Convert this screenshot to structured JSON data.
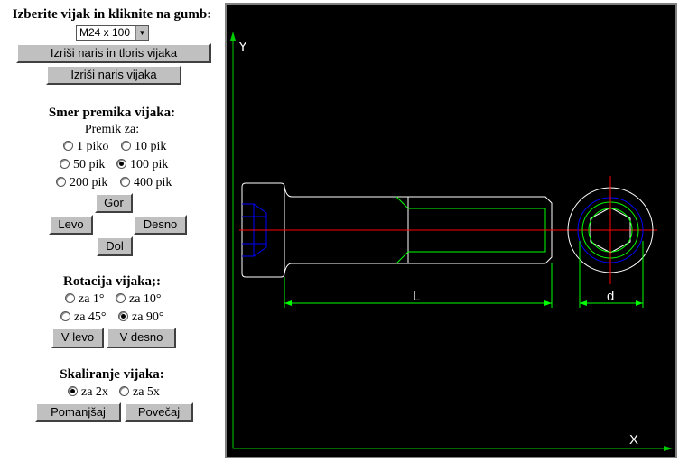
{
  "controls": {
    "header": "Izberite vijak in kliknite na gumb:",
    "screw_select": {
      "value": "M24 x 100"
    },
    "draw_front_top_btn": "Izriši naris in tloris vijaka",
    "draw_front_btn": "Izriši naris vijaka"
  },
  "move": {
    "title": "Smer premika vijaka:",
    "step_label": "Premik za:",
    "options": [
      "1 piko",
      "10 pik",
      "50 pik",
      "100 pik",
      "200 pik",
      "400 pik"
    ],
    "selected": "100 pik",
    "up": "Gor",
    "left": "Levo",
    "right": "Desno",
    "down": "Dol"
  },
  "rotate": {
    "title": "Rotacija vijaka;:",
    "options": [
      "za 1°",
      "za 10°",
      "za 45°",
      "za 90°"
    ],
    "selected": "za 90°",
    "left_btn": "V levo",
    "right_btn": "V desno"
  },
  "scale": {
    "title": "Skaliranje vijaka:",
    "options": [
      "za 2x",
      "za 5x"
    ],
    "selected": "za 2x",
    "shrink_btn": "Pomanjšaj",
    "grow_btn": "Povečaj"
  },
  "drawing": {
    "y_axis_label": "Y",
    "x_axis_label": "X",
    "length_label": "L",
    "diameter_label": "d",
    "colors": {
      "background": "#000000",
      "outline": "#ffffff",
      "axis": "#00cc00",
      "centerline": "#ff0000",
      "socket": "#0000ff",
      "thread": "#00ff00"
    }
  }
}
